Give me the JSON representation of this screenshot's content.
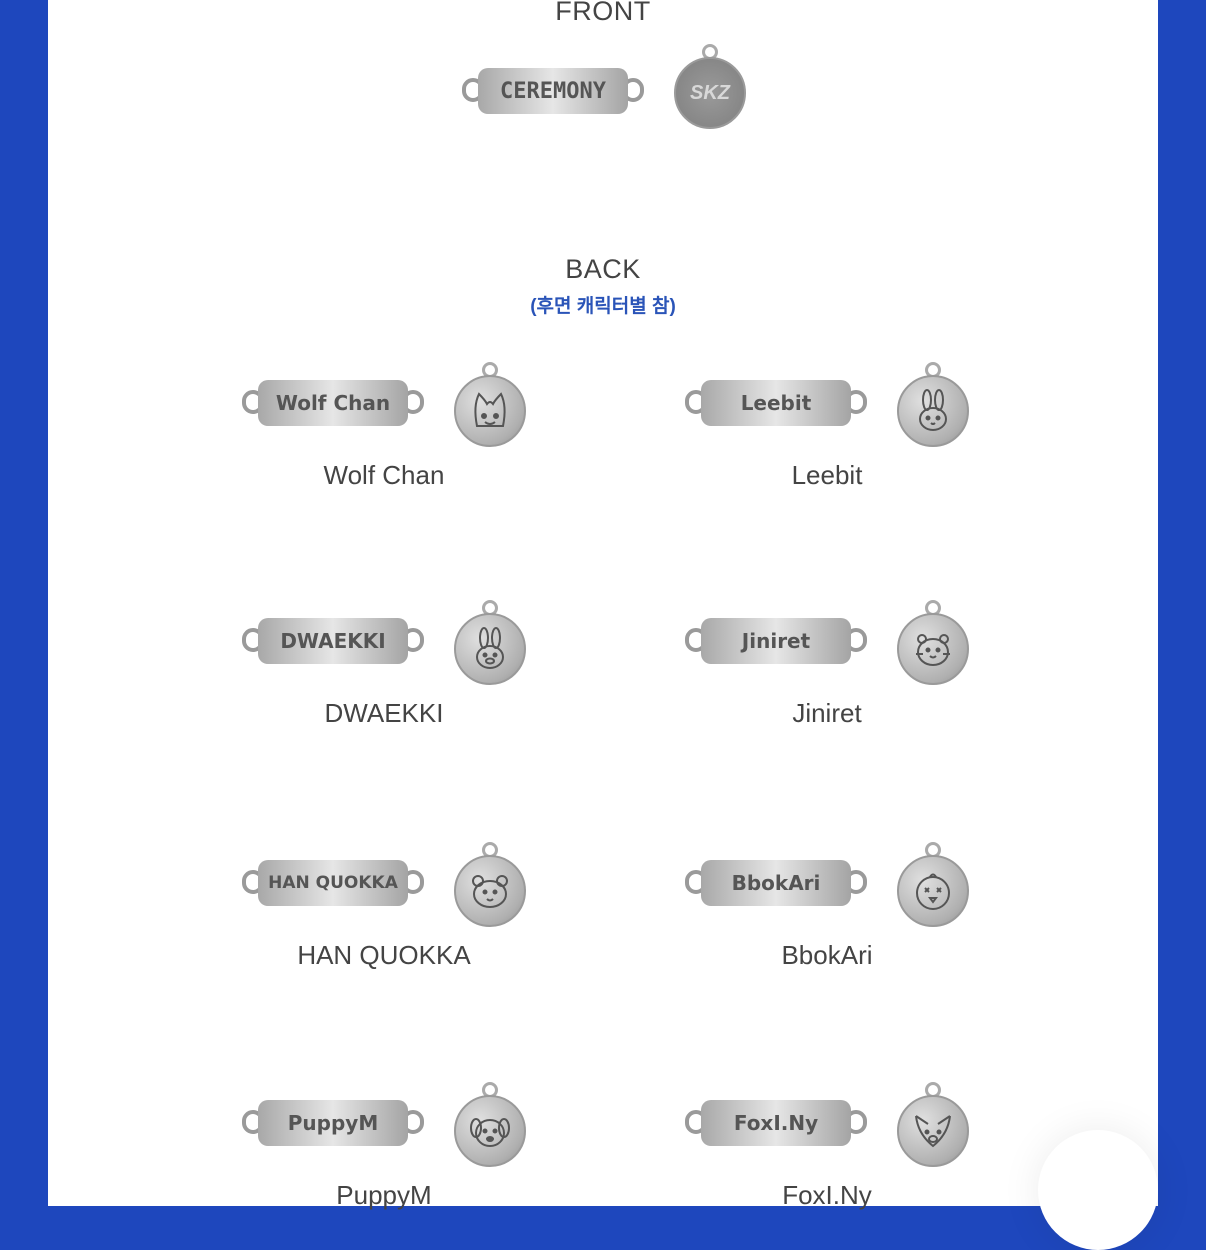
{
  "front": {
    "title": "FRONT",
    "bar_text": "CEREMONY",
    "coin_text": "SKZ"
  },
  "back": {
    "title": "BACK",
    "subtitle": "(후면 캐릭터별 참)"
  },
  "characters": [
    {
      "name": "Wolf Chan",
      "bar_text": "Wolf Chan",
      "icon": "wolf-face-icon"
    },
    {
      "name": "Leebit",
      "bar_text": "Leebit",
      "icon": "rabbit-face-icon"
    },
    {
      "name": "DWAEKKI",
      "bar_text": "DWAEKKI",
      "icon": "pig-rabbit-face-icon"
    },
    {
      "name": "Jiniret",
      "bar_text": "Jiniret",
      "icon": "ferret-face-icon"
    },
    {
      "name": "HAN QUOKKA",
      "bar_text": "HAN QUOKKA",
      "icon": "quokka-face-icon"
    },
    {
      "name": "BbokAri",
      "bar_text": "BbokAri",
      "icon": "chick-face-icon"
    },
    {
      "name": "PuppyM",
      "bar_text": "PuppyM",
      "icon": "puppy-face-icon"
    },
    {
      "name": "FoxI.Ny",
      "bar_text": "FoxI.Ny",
      "icon": "fox-face-icon"
    }
  ],
  "colors": {
    "frame": "#1e47bd",
    "subtitle": "#2a54b8",
    "text": "#444444"
  }
}
